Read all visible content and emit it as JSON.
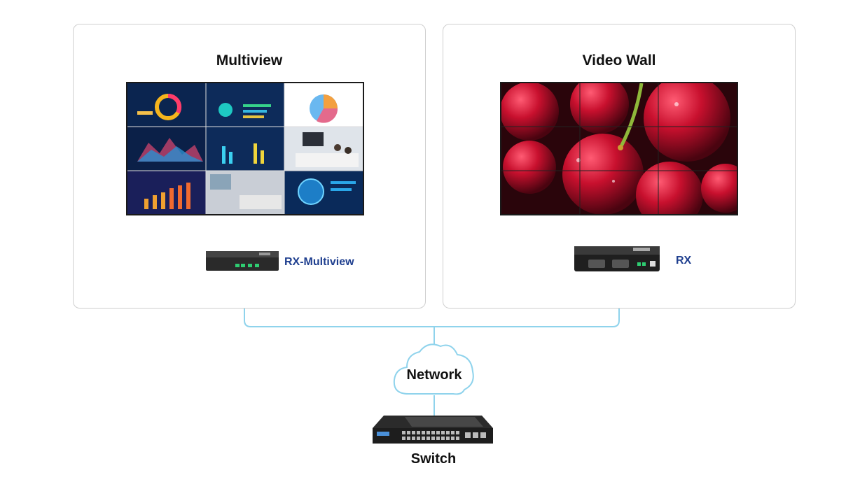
{
  "panels": {
    "multiview": {
      "title": "Multiview",
      "device_label": "RX-Multiview"
    },
    "videowall": {
      "title": "Video Wall",
      "device_label": "RX"
    }
  },
  "network": {
    "label": "Network"
  },
  "switch": {
    "label": "Switch"
  },
  "colors": {
    "cable": "#8fd3ec",
    "video_link": "#1b2a6b",
    "label_blue": "#1f3f8f",
    "panel_border": "#cfcfcf"
  }
}
